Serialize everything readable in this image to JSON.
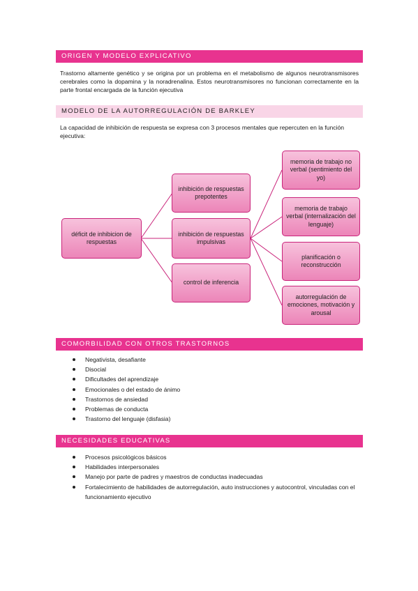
{
  "section1": {
    "title": "ORIGEN Y MODELO EXPLICATIVO",
    "text": "Trastorno altamente genético y se origina por un problema en el metabolismo de algunos neurotransmisores cerebrales como la dopamina y la noradrenalina. Estos neurotransmisores no funcionan correctamente en la parte frontal encargada de la función ejecutiva"
  },
  "section2": {
    "title": "MODELO DE LA AUTORREGULACIÓN DE BARKLEY",
    "text": "La capacidad de inhibición de respuesta se expresa con 3 procesos mentales que repercuten en la función ejecutiva:"
  },
  "diagram": {
    "root": "déficit de inhibicion de respuestas",
    "level1": [
      "inhibición de respuestas prepotentes",
      "inhibición de respuestas impulsivas",
      "control de inferencia"
    ],
    "level2": [
      "memoria de trabajo no verbal (sentimiento del yo)",
      "memoria de trabajo verbal (internalización del lenguaje)",
      "planificación o reconstrucción",
      "autorregulación de emociones, motivación y arousal"
    ]
  },
  "section3": {
    "title": "COMORBILIDAD CON OTROS TRASTORNOS",
    "items": [
      "Negativista, desafiante",
      "Disocial",
      "Dificultades del aprendizaje",
      "Emocionales o del estado de ánimo",
      "Trastornos de ansiedad",
      "Problemas de conducta",
      "Trastorno del lenguaje (disfasia)"
    ]
  },
  "section4": {
    "title": "NECESIDADES EDUCATIVAS",
    "items": [
      "Procesos psicológicos básicos",
      "Habilidades interpersonales",
      "Manejo por parte de padres y maestros de conductas inadecuadas",
      "Fortalecimiento de habilidades de autorregulación, auto instrucciones y autocontrol, vinculadas con el funcionamiento ejecutivo"
    ]
  },
  "colors": {
    "header": "#e8338f",
    "subheader": "#f9d5e7",
    "node_fill": "#ec85b8",
    "node_border": "#c9237a"
  }
}
